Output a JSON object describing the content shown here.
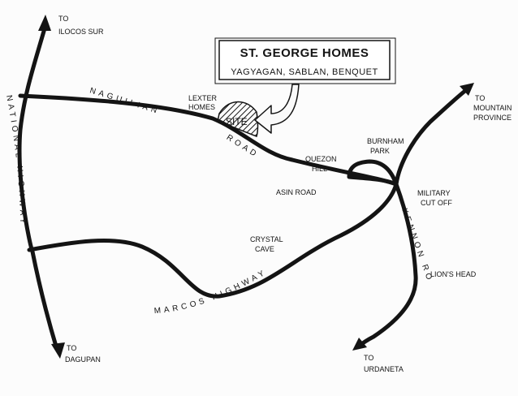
{
  "title_box": {
    "title": "ST. GEORGE HOMES",
    "subtitle": "YAGYAGAN, SABLAN, BENQUET"
  },
  "labels": {
    "to_ilocos": "TO",
    "ilocos": "ILOCOS SUR",
    "to_dagupan": "TO",
    "dagupan": "DAGUPAN",
    "to_mountain": "TO",
    "mountain": "MOUNTAIN",
    "province": "PROVINCE",
    "to_urdaneta": "TO",
    "urdaneta": "URDANETA",
    "lexter": "LEXTER",
    "homes": "HOMES",
    "site": "SITE",
    "quezon": "QUEZON",
    "hill": "HILL",
    "burnham": "BURNHAM",
    "park": "PARK",
    "asin_road": "ASIN ROAD",
    "military": "MILITARY",
    "cut_off": "CUT OFF",
    "crystal": "CRYSTAL",
    "cave": "CAVE",
    "lions_head": "LION'S HEAD"
  },
  "road_names": {
    "national_highway": "NATIONAL HIGHWAY",
    "naguilian": "NAGUILIAN",
    "road": "ROAD",
    "marcos_highway": "MARCOS HIGHWAY",
    "kennon_road": "KENNON ROAD"
  },
  "colors": {
    "ink": "#141414",
    "paper": "#fcfcfc"
  }
}
